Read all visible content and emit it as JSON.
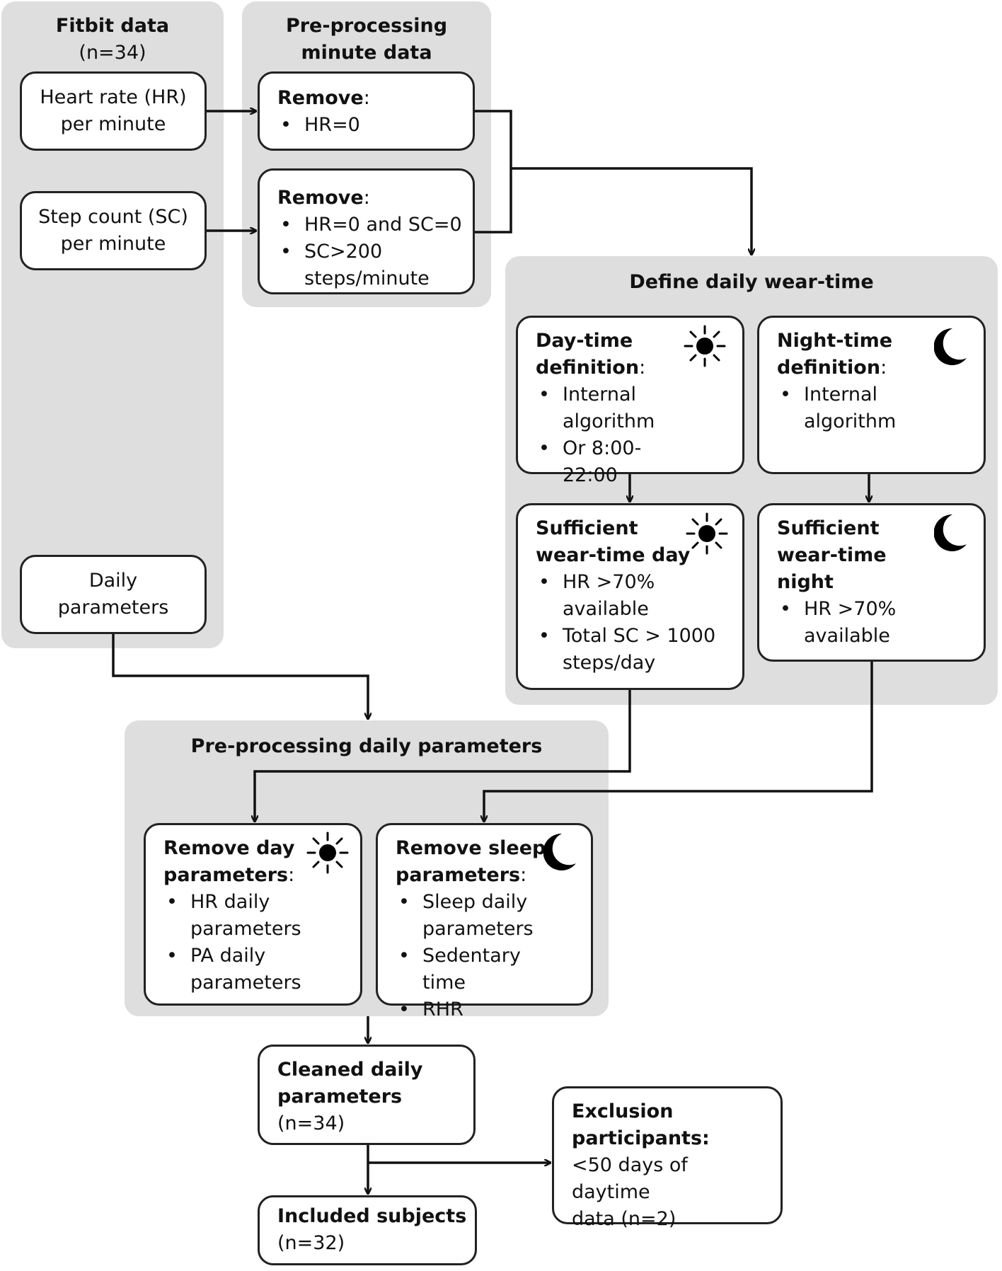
{
  "fitbit": {
    "title": "Fitbit data",
    "n": "(n=34)",
    "hr_box": [
      "Heart rate (HR)",
      "per minute"
    ],
    "sc_box": [
      "Step count (SC)",
      "per minute"
    ],
    "daily_box": [
      "Daily",
      "parameters"
    ]
  },
  "preproc_minute": {
    "title": [
      "Pre-processing",
      "minute data"
    ],
    "box1": {
      "head": "Remove",
      "items": [
        "HR=0"
      ]
    },
    "box2": {
      "head": "Remove",
      "items": [
        "HR=0 and SC=0",
        "SC>200 steps/minute"
      ]
    }
  },
  "wear": {
    "title": "Define daily wear-time",
    "day_def": {
      "head": "Day-time definition",
      "items": [
        "Internal algorithm",
        "Or 8:00-22:00"
      ],
      "icon": "sun-icon"
    },
    "night_def": {
      "head": "Night-time definition",
      "items": [
        "Internal algorithm"
      ],
      "icon": "moon-icon"
    },
    "day_suff": {
      "head": "Sufficient wear-time day",
      "items": [
        "HR >70% available",
        "Total SC > 1000 steps/day"
      ],
      "icon": "sun-icon"
    },
    "night_suff": {
      "head": "Sufficient wear-time night",
      "items": [
        "HR >70% available"
      ],
      "icon": "moon-icon"
    }
  },
  "preproc_daily": {
    "title": "Pre-processing daily parameters",
    "day_box": {
      "head": "Remove day parameters",
      "items": [
        "HR daily parameters",
        "PA daily parameters"
      ],
      "icon": "sun-icon"
    },
    "sleep_box": {
      "head": "Remove sleep parameters",
      "items": [
        "Sleep daily parameters",
        "Sedentary time",
        "RHR"
      ],
      "icon": "moon-icon"
    }
  },
  "cleaned": {
    "head": "Cleaned daily parameters",
    "n": "(n=34)"
  },
  "exclusion": {
    "head": "Exclusion participants:",
    "lines": [
      "<50 days of daytime",
      "data (n=2)"
    ]
  },
  "included": {
    "head": "Included subjects",
    "n": "(n=32)"
  }
}
